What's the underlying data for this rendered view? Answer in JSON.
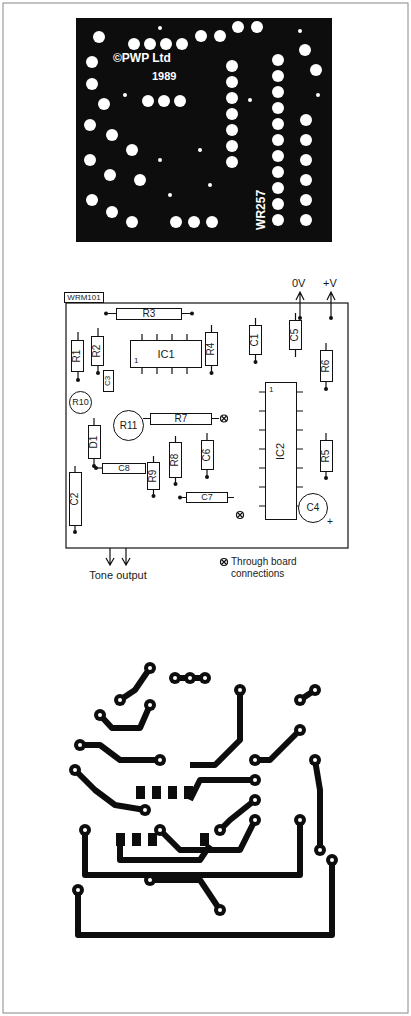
{
  "diagram": {
    "nodes": [
      {
        "text": [
          "WRM101"
        ]
      },
      {
        "text": [
          "R3"
        ]
      },
      {
        "text": [
          "R1"
        ]
      },
      {
        "text": [
          "R2"
        ]
      },
      {
        "text": [
          "IC1",
          "1"
        ]
      },
      {
        "text": [
          "R4"
        ]
      },
      {
        "text": [
          "C1"
        ]
      },
      {
        "text": [
          "C5"
        ]
      },
      {
        "text": [
          "R6"
        ]
      },
      {
        "text": [
          "IC2",
          "1"
        ]
      },
      {
        "text": [
          "C3"
        ]
      },
      {
        "text": [
          "R10"
        ]
      },
      {
        "text": [
          "R11"
        ]
      },
      {
        "text": [
          "R7"
        ]
      },
      {
        "text": [
          "D1"
        ]
      },
      {
        "text": [
          "C8"
        ]
      },
      {
        "text": [
          "R9"
        ]
      },
      {
        "text": [
          "R8"
        ]
      },
      {
        "text": [
          "C6"
        ]
      },
      {
        "text": [
          "C7"
        ]
      },
      {
        "text": [
          "C4"
        ]
      },
      {
        "text": [
          "R5"
        ]
      },
      {
        "text": [
          "C2"
        ]
      }
    ],
    "labels": [
      "©PWP Ltd",
      "1989",
      "WR257",
      "0V",
      "+V",
      "+",
      "Tone output",
      "Through board connections"
    ]
  }
}
